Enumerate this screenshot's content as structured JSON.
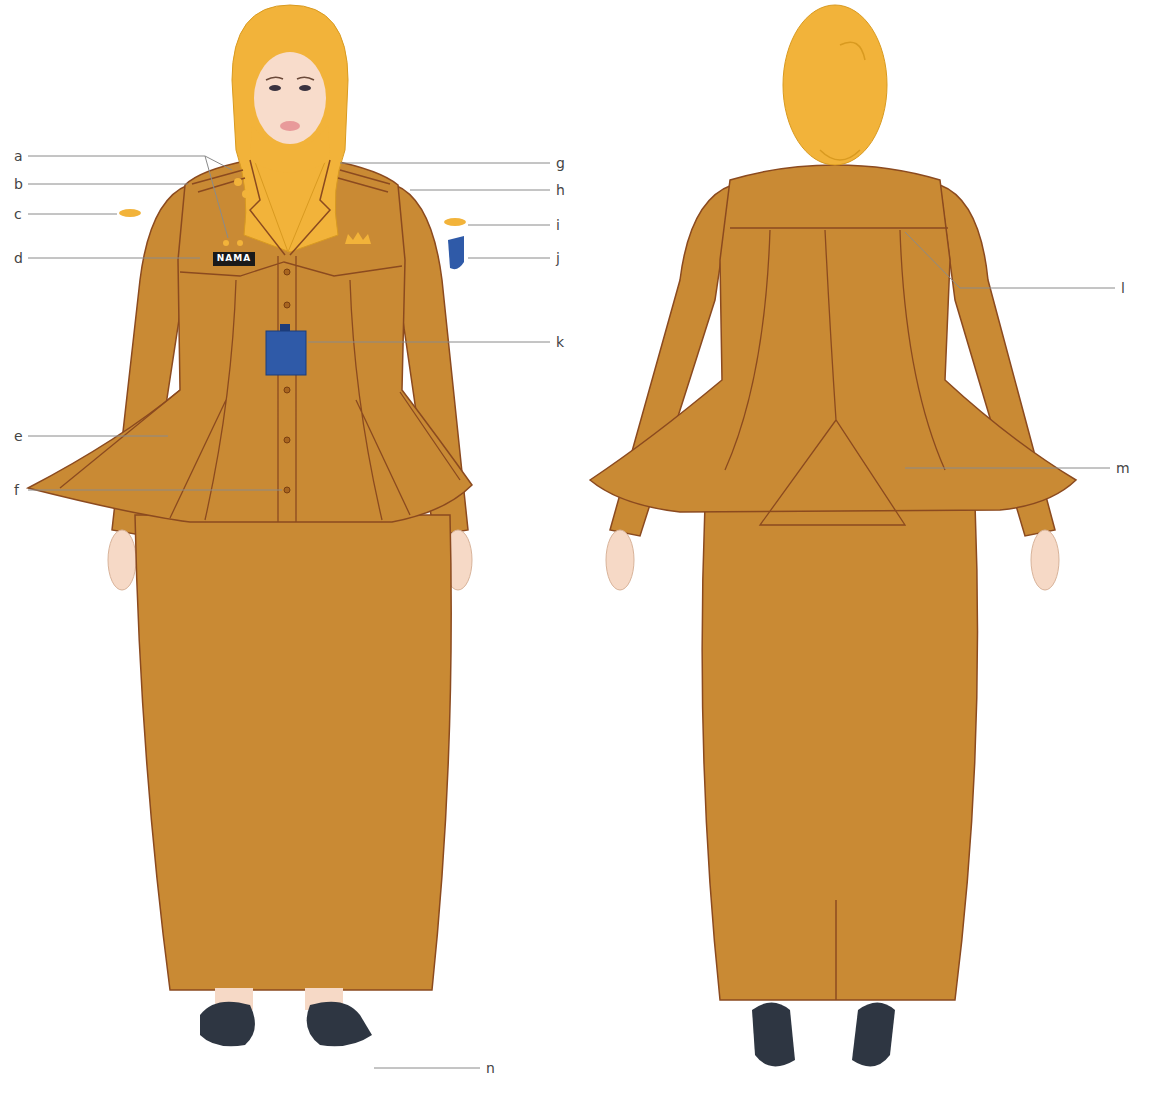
{
  "diagram": {
    "nodes": [
      {
        "text": [
          "NAMA"
        ]
      }
    ],
    "labels": [
      "a",
      "b",
      "c",
      "d",
      "e",
      "f",
      "g",
      "h",
      "i",
      "j",
      "k",
      "l",
      "m",
      "n"
    ]
  }
}
